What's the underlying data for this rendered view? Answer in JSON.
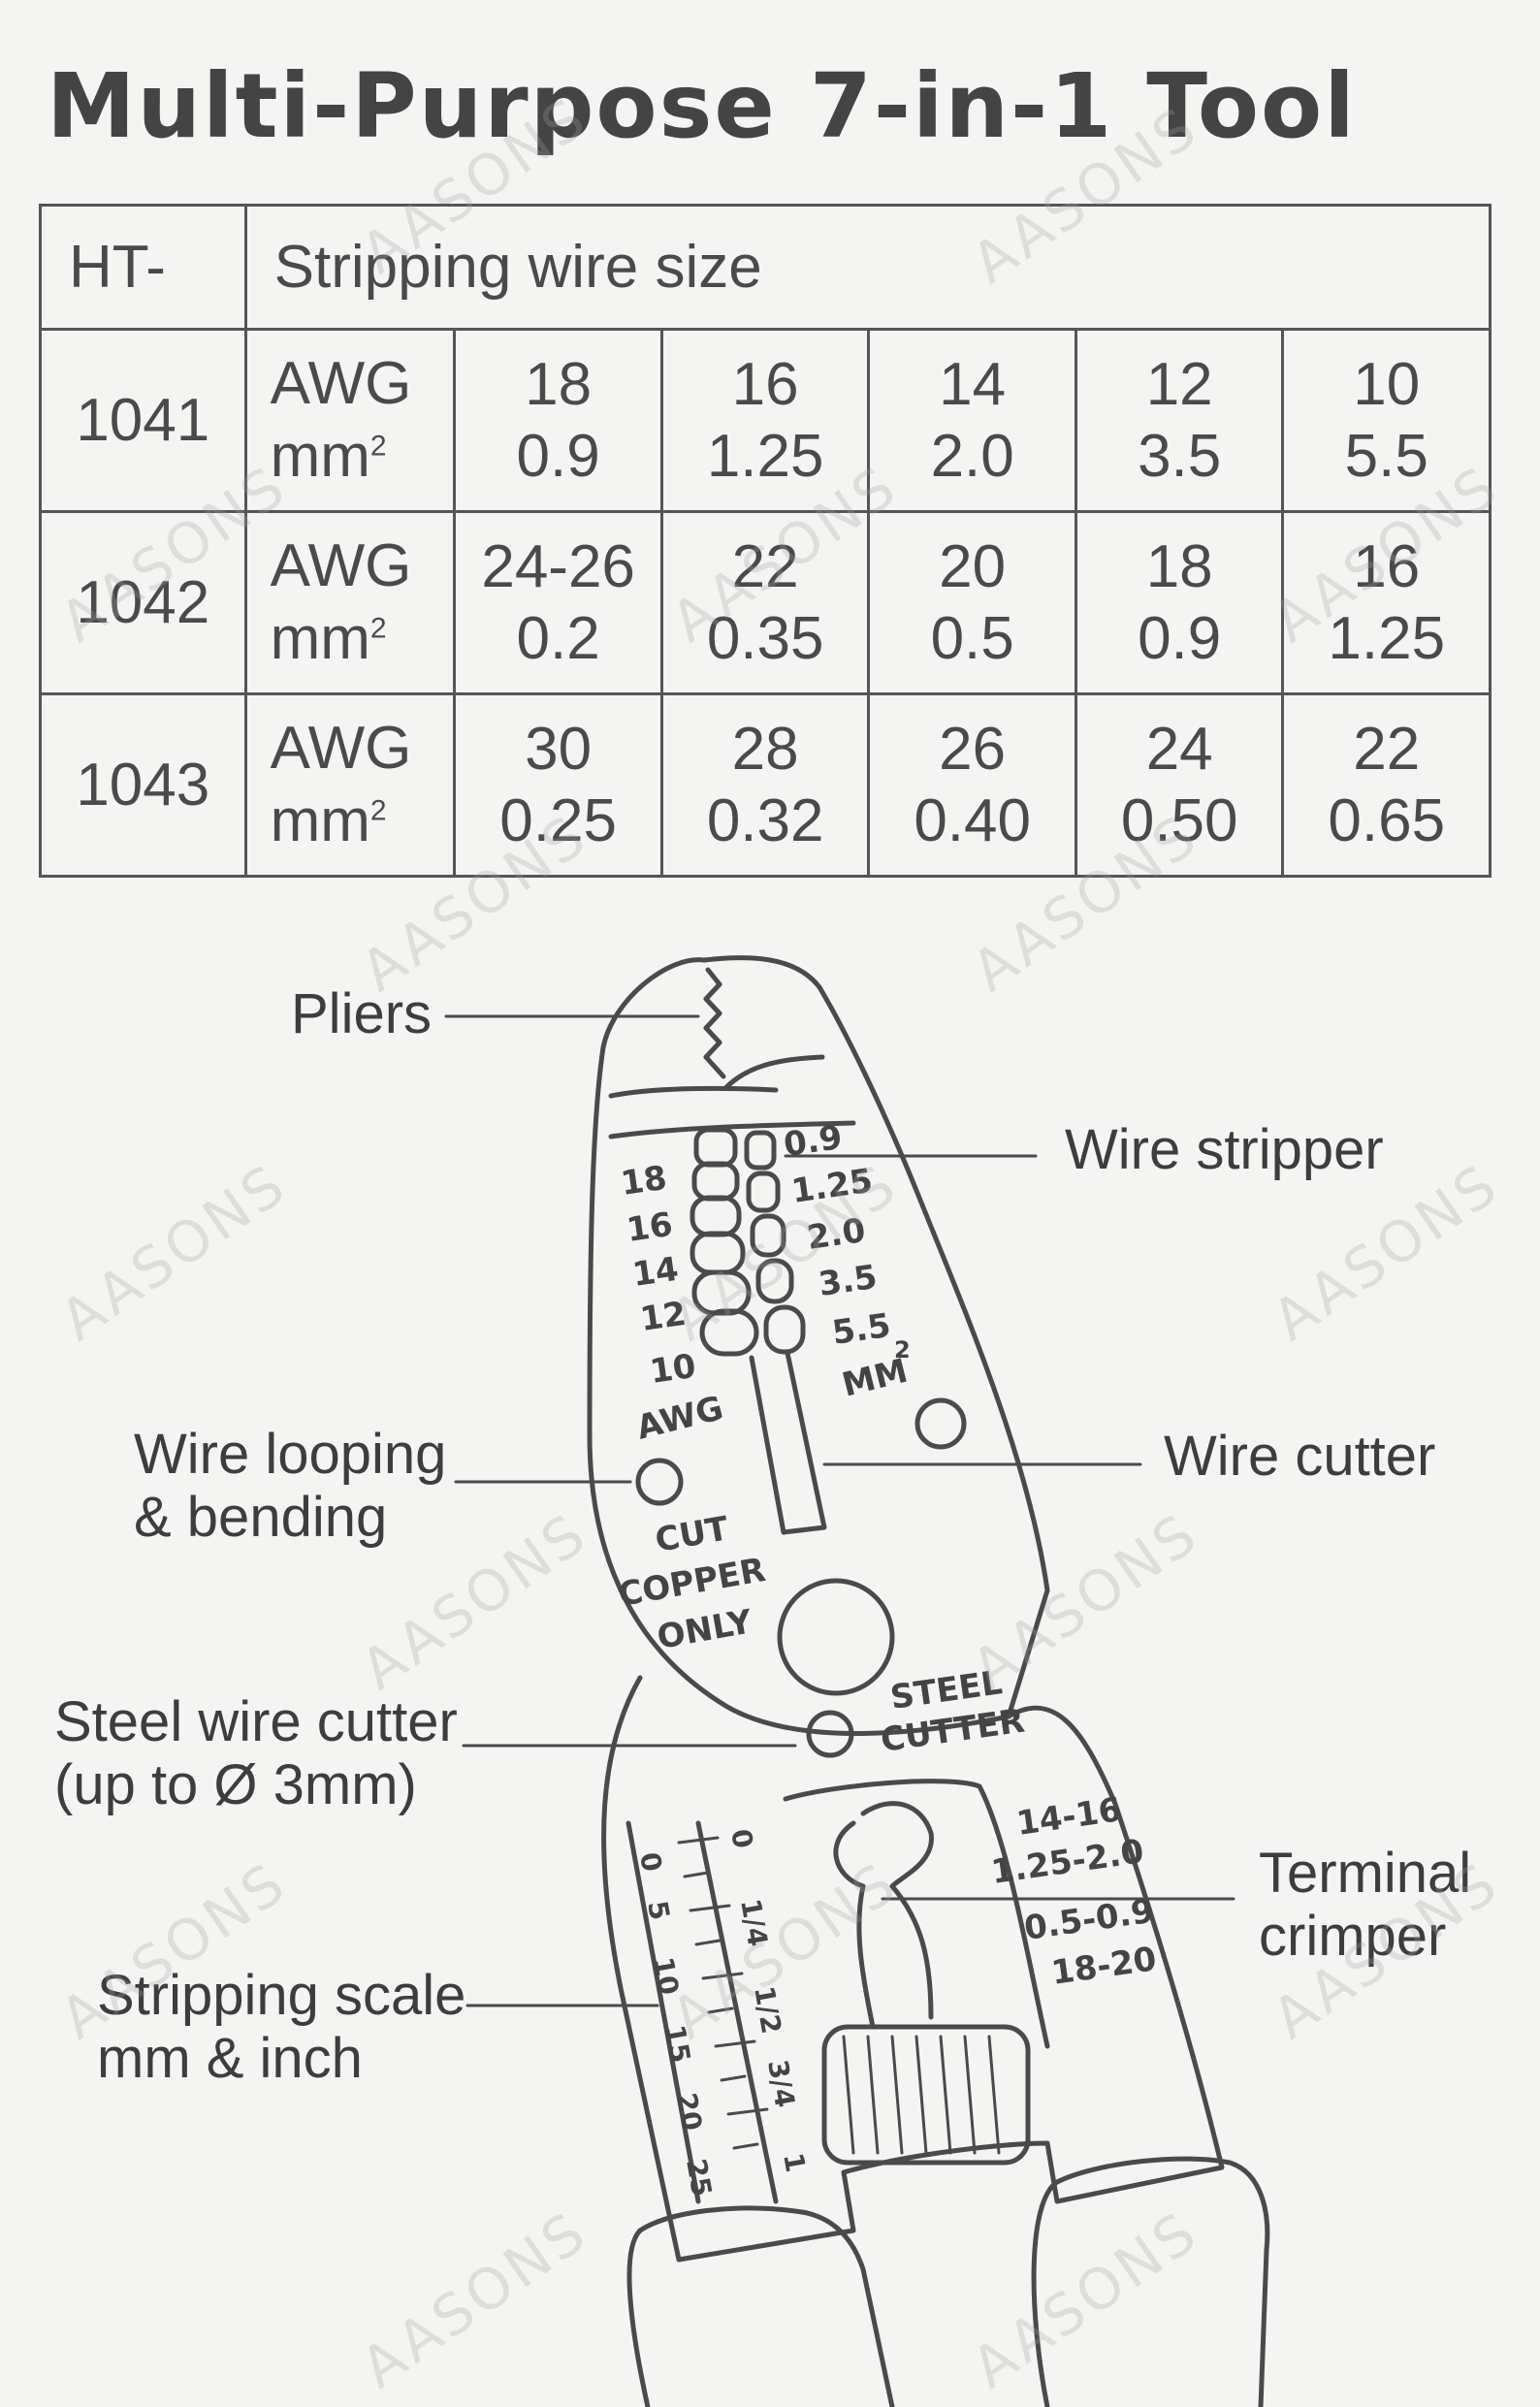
{
  "title": "Multi-Purpose 7-in-1 Tool",
  "table": {
    "model_header": "HT-",
    "size_header": "Stripping wire size",
    "rows": [
      {
        "model": "1041",
        "unit_awg": "AWG",
        "unit_mm": "mm",
        "unit_sup": "2",
        "cells": [
          [
            "18",
            "0.9"
          ],
          [
            "16",
            "1.25"
          ],
          [
            "14",
            "2.0"
          ],
          [
            "12",
            "3.5"
          ],
          [
            "10",
            "5.5"
          ]
        ]
      },
      {
        "model": "1042",
        "unit_awg": "AWG",
        "unit_mm": "mm",
        "unit_sup": "2",
        "cells": [
          [
            "24-26",
            "0.2"
          ],
          [
            "22",
            "0.35"
          ],
          [
            "20",
            "0.5"
          ],
          [
            "18",
            "0.9"
          ],
          [
            "16",
            "1.25"
          ]
        ]
      },
      {
        "model": "1043",
        "unit_awg": "AWG",
        "unit_mm": "mm",
        "unit_sup": "2",
        "cells": [
          [
            "30",
            "0.25"
          ],
          [
            "28",
            "0.32"
          ],
          [
            "26",
            "0.40"
          ],
          [
            "24",
            "0.50"
          ],
          [
            "22",
            "0.65"
          ]
        ]
      }
    ]
  },
  "callouts": {
    "pliers": "Pliers",
    "wire_stripper": "Wire stripper",
    "wire_looping_1": "Wire looping",
    "wire_looping_2": "& bending",
    "wire_cutter": "Wire cutter",
    "steel_wire_cutter_1": "Steel wire cutter",
    "steel_wire_cutter_2": "(up to Ø 3mm)",
    "terminal_crimper_1": "Terminal",
    "terminal_crimper_2": "crimper",
    "stripping_scale_1": "Stripping scale",
    "stripping_scale_2": "mm & inch"
  },
  "tool_marks": {
    "awg_sizes": [
      "18",
      "16",
      "14",
      "12",
      "10"
    ],
    "awg_label": "AWG",
    "mm_sizes": [
      "0.9",
      "1.25",
      "2.0",
      "3.5",
      "5.5"
    ],
    "mm_label": "MM",
    "mm_sup": "2",
    "cut_copper": [
      "CUT",
      "COPPER",
      "ONLY"
    ],
    "steel_cutter": [
      "STEEL",
      "CUTTER"
    ],
    "crimp_upper": [
      "14-16",
      "1.25-2.0"
    ],
    "crimp_lower": [
      "0.5-0.9",
      "18-20"
    ],
    "mm_scale": [
      "0",
      "5",
      "10",
      "15",
      "20",
      "25"
    ],
    "inch_scale": [
      "0",
      "1/4",
      "1/2",
      "3/4",
      "1"
    ]
  },
  "watermark": "AASONS"
}
